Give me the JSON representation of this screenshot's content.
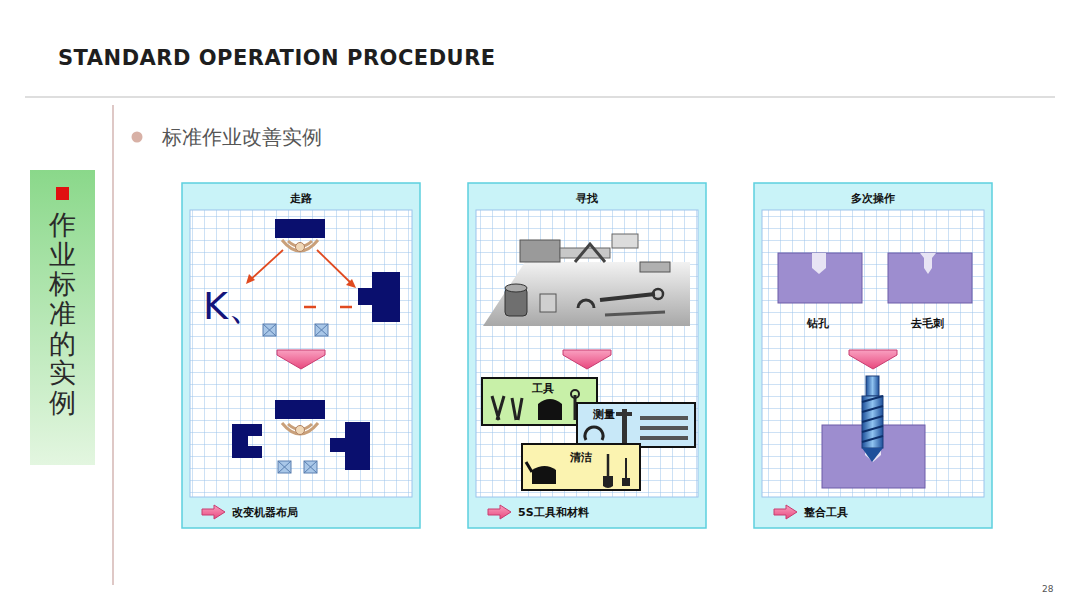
{
  "diagram": {
    "title": "STANDARD OPERATION PROCEDURE",
    "nodes": [
      {
        "text": [
          "作业标准的实例"
        ]
      },
      {
        "text": [
          "走路",
          "改变机器布局"
        ]
      },
      {
        "text": [
          "寻找",
          "5S工具和材料"
        ]
      },
      {
        "text": [
          "工具"
        ],
        "in": 2
      },
      {
        "text": [
          "测量"
        ],
        "in": 2
      },
      {
        "text": [
          "清洁"
        ],
        "in": 2
      },
      {
        "text": [
          "多次操作",
          "整合工具"
        ]
      }
    ],
    "labels": [
      "标准作业改善实例",
      "K、",
      "钻孔",
      "去毛刺",
      "28"
    ]
  }
}
